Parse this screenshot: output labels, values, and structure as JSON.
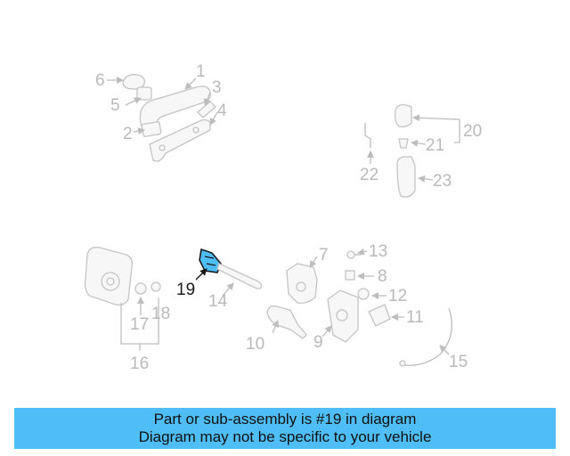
{
  "diagram": {
    "highlight_color": "#4fbdf6",
    "labels": [
      {
        "id": "1",
        "text": "1"
      },
      {
        "id": "2",
        "text": "2"
      },
      {
        "id": "3",
        "text": "3"
      },
      {
        "id": "4",
        "text": "4"
      },
      {
        "id": "5",
        "text": "5"
      },
      {
        "id": "6",
        "text": "6"
      },
      {
        "id": "7",
        "text": "7"
      },
      {
        "id": "8",
        "text": "8"
      },
      {
        "id": "9",
        "text": "9"
      },
      {
        "id": "10",
        "text": "10"
      },
      {
        "id": "11",
        "text": "11"
      },
      {
        "id": "12",
        "text": "12"
      },
      {
        "id": "13",
        "text": "13"
      },
      {
        "id": "14",
        "text": "14"
      },
      {
        "id": "15",
        "text": "15"
      },
      {
        "id": "16",
        "text": "16"
      },
      {
        "id": "17",
        "text": "17"
      },
      {
        "id": "18",
        "text": "18"
      },
      {
        "id": "19",
        "text": "19"
      },
      {
        "id": "20",
        "text": "20"
      },
      {
        "id": "21",
        "text": "21"
      },
      {
        "id": "22",
        "text": "22"
      },
      {
        "id": "23",
        "text": "23"
      }
    ]
  },
  "banner": {
    "color": "#4fbdf6",
    "line1": "Part or sub-assembly is #19 in diagram",
    "line2": "Diagram may not be specific to your vehicle"
  }
}
